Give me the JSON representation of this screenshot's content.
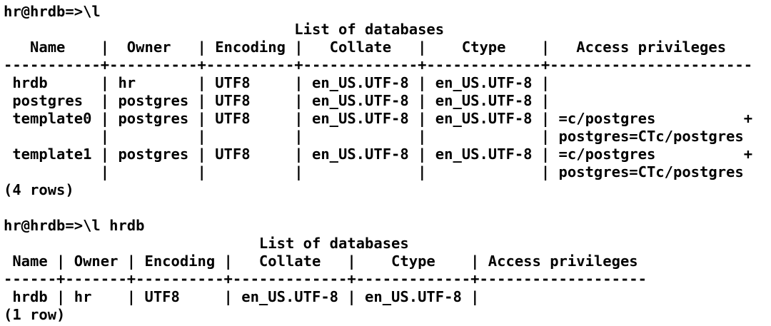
{
  "terminal": {
    "colors": {
      "background": "#ffffff",
      "foreground": "#000000"
    },
    "session": [
      {
        "prompt": "hr@hrdb=>",
        "command": "\\l"
      },
      {
        "prompt": "hr@hrdb=>",
        "command": "\\l hrdb"
      }
    ],
    "tables": [
      {
        "title": "List of databases",
        "columns": [
          "Name",
          "Owner",
          "Encoding",
          "Collate",
          "Ctype",
          "Access privileges"
        ],
        "rows": [
          {
            "name": "hrdb",
            "owner": "hr",
            "encoding": "UTF8",
            "collate": "en_US.UTF-8",
            "ctype": "en_US.UTF-8",
            "access_privileges": []
          },
          {
            "name": "postgres",
            "owner": "postgres",
            "encoding": "UTF8",
            "collate": "en_US.UTF-8",
            "ctype": "en_US.UTF-8",
            "access_privileges": []
          },
          {
            "name": "template0",
            "owner": "postgres",
            "encoding": "UTF8",
            "collate": "en_US.UTF-8",
            "ctype": "en_US.UTF-8",
            "access_privileges": [
              "=c/postgres          +",
              "postgres=CTc/postgres"
            ]
          },
          {
            "name": "template1",
            "owner": "postgres",
            "encoding": "UTF8",
            "collate": "en_US.UTF-8",
            "ctype": "en_US.UTF-8",
            "access_privileges": [
              "=c/postgres          +",
              "postgres=CTc/postgres"
            ]
          }
        ],
        "row_count": "(4 rows)"
      },
      {
        "title": "List of databases",
        "columns": [
          "Name",
          "Owner",
          "Encoding",
          "Collate",
          "Ctype",
          "Access privileges"
        ],
        "rows": [
          {
            "name": "hrdb",
            "owner": "hr",
            "encoding": "UTF8",
            "collate": "en_US.UTF-8",
            "ctype": "en_US.UTF-8",
            "access_privileges": []
          }
        ],
        "row_count": "(1 row)"
      }
    ],
    "screen_lines": [
      {
        "kind": "prompt-command-line",
        "text": "hr@hrdb=>\\l"
      },
      {
        "kind": "table-title",
        "text": "                                 List of databases"
      },
      {
        "kind": "table-header-row",
        "text": "   Name    |  Owner   | Encoding |   Collate   |    Ctype    |   Access privileges"
      },
      {
        "kind": "table-separator",
        "text": "-----------+----------+----------+-------------+-------------+-----------------------"
      },
      {
        "kind": "table-row",
        "text": " hrdb      | hr       | UTF8     | en_US.UTF-8 | en_US.UTF-8 |"
      },
      {
        "kind": "table-row",
        "text": " postgres  | postgres | UTF8     | en_US.UTF-8 | en_US.UTF-8 |"
      },
      {
        "kind": "table-row",
        "text": " template0 | postgres | UTF8     | en_US.UTF-8 | en_US.UTF-8 | =c/postgres          +"
      },
      {
        "kind": "table-row-continuation",
        "text": "           |          |          |             |             | postgres=CTc/postgres"
      },
      {
        "kind": "table-row",
        "text": " template1 | postgres | UTF8     | en_US.UTF-8 | en_US.UTF-8 | =c/postgres          +"
      },
      {
        "kind": "table-row-continuation",
        "text": "           |          |          |             |             | postgres=CTc/postgres"
      },
      {
        "kind": "row-count",
        "text": "(4 rows)"
      },
      {
        "kind": "blank-line",
        "text": ""
      },
      {
        "kind": "prompt-command-line",
        "text": "hr@hrdb=>\\l hrdb"
      },
      {
        "kind": "table-title",
        "text": "                             List of databases"
      },
      {
        "kind": "table-header-row",
        "text": " Name | Owner | Encoding |   Collate   |    Ctype    | Access privileges"
      },
      {
        "kind": "table-separator",
        "text": "------+-------+----------+-------------+-------------+-------------------"
      },
      {
        "kind": "table-row",
        "text": " hrdb | hr    | UTF8     | en_US.UTF-8 | en_US.UTF-8 |"
      },
      {
        "kind": "row-count",
        "text": "(1 row)"
      }
    ]
  }
}
